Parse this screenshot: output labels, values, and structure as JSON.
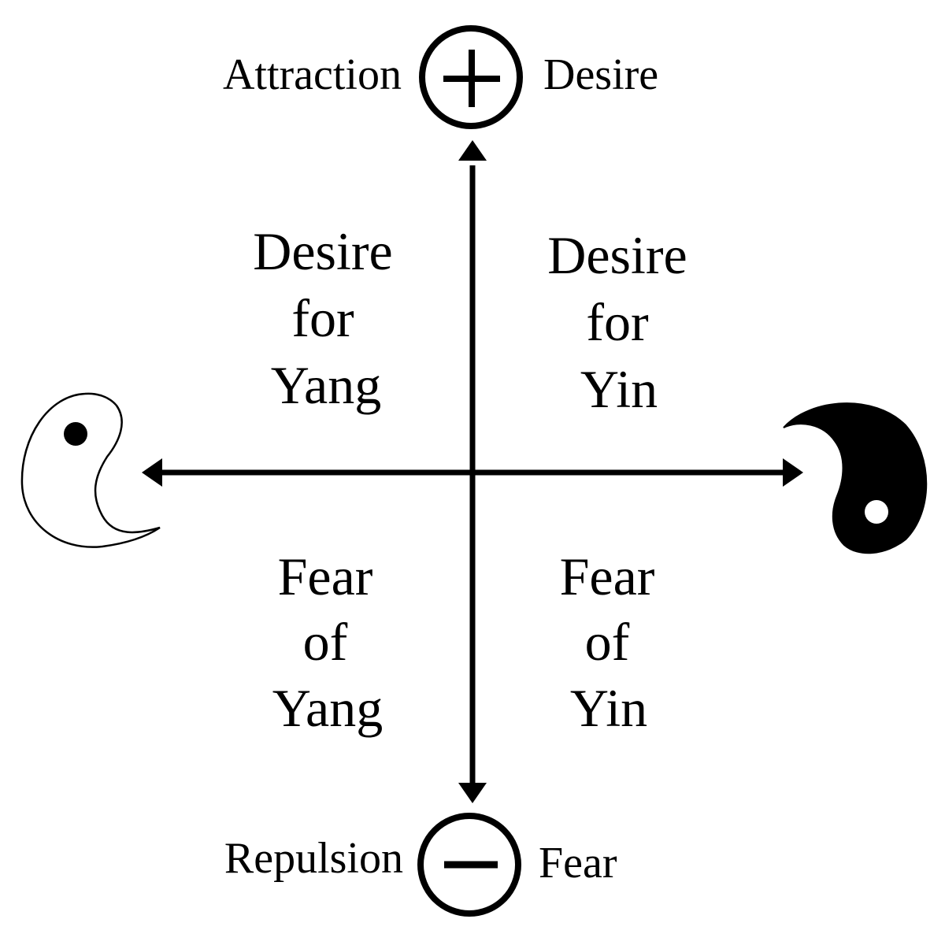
{
  "poles": {
    "top": {
      "symbol": "plus",
      "left_label": "Attraction",
      "right_label": "Desire"
    },
    "bottom": {
      "symbol": "minus",
      "left_label": "Repulsion",
      "right_label": "Fear"
    },
    "left": {
      "symbol": "yang-half-icon"
    },
    "right": {
      "symbol": "yin-half-icon"
    }
  },
  "quadrants": {
    "top_left": [
      "Desire",
      "for",
      "Yang"
    ],
    "top_right": [
      "Desire",
      "for",
      "Yin"
    ],
    "bottom_left": [
      "Fear",
      "of",
      "Yang"
    ],
    "bottom_right": [
      "Fear",
      "of",
      "Yin"
    ]
  },
  "colors": {
    "ink": "#000000",
    "paper": "#ffffff"
  }
}
